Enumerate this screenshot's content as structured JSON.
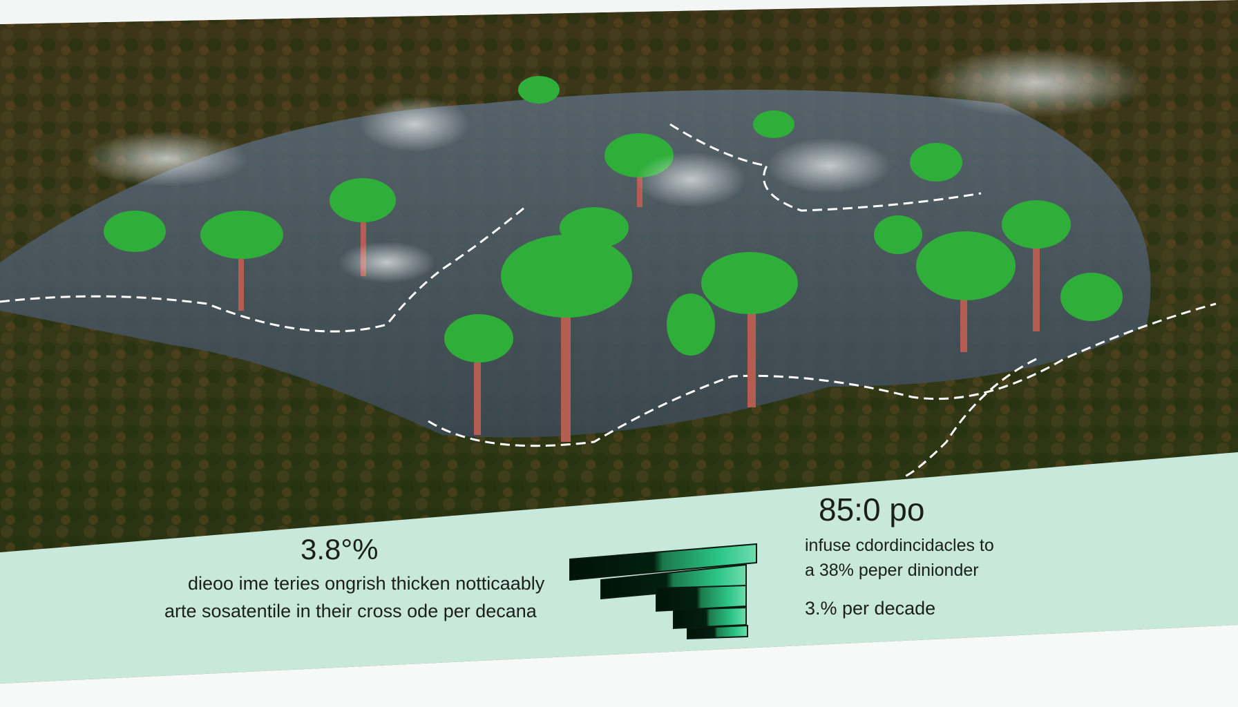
{
  "left_stat": {
    "value": "3.8°%",
    "description_line1": "dieoo ime teries ongrish thicken notticaably",
    "description_line2": "arte sosatentile in their cross ode per decana"
  },
  "right_stat": {
    "value": "85:0 po",
    "description_line1": "infuse cdordincidacles to",
    "description_line2": "a 38% peper dinionder",
    "rate": "3.% per decade"
  },
  "colors": {
    "panel": "#c9e8dc",
    "bar_dark": "#021a0c",
    "bar_green": "#2fbf7f",
    "canopy_dark": "#2e2a12",
    "tree_bright": "#2fae3a"
  }
}
